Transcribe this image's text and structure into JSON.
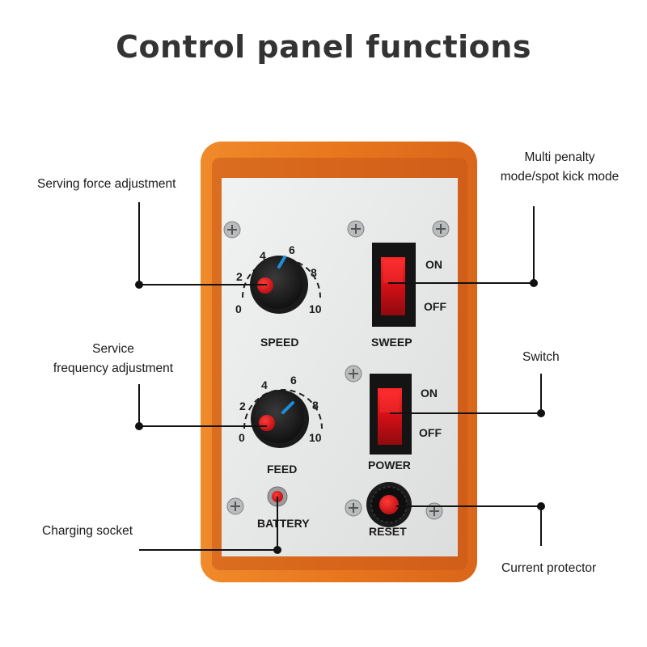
{
  "title": "Control panel functions",
  "callouts": {
    "serving_force": "Serving force adjustment",
    "multi_penalty_line1": "Multi penalty",
    "multi_penalty_line2": "mode/spot kick mode",
    "service_freq_line1": "Service",
    "service_freq_line2": "frequency adjustment",
    "switch": "Switch",
    "charging_socket": "Charging socket",
    "current_protector": "Current protector"
  },
  "panel": {
    "speed_label": "SPEED",
    "feed_label": "FEED",
    "sweep_label": "SWEEP",
    "power_label": "POWER",
    "battery_label": "BATTERY",
    "reset_label": "RESET",
    "on_label": "ON",
    "off_label": "OFF",
    "dial_ticks": [
      "0",
      "2",
      "4",
      "6",
      "8",
      "10"
    ]
  },
  "colors": {
    "housing_orange": "#e8761d",
    "faceplate": "#e9eaea",
    "switch_red": "#e0121b",
    "knob_black": "#1c1c1c",
    "indicator_blue": "#1e8ed8"
  },
  "icons": [
    "screw-icon",
    "led-indicator-icon",
    "rocker-switch-icon",
    "knob-icon"
  ]
}
